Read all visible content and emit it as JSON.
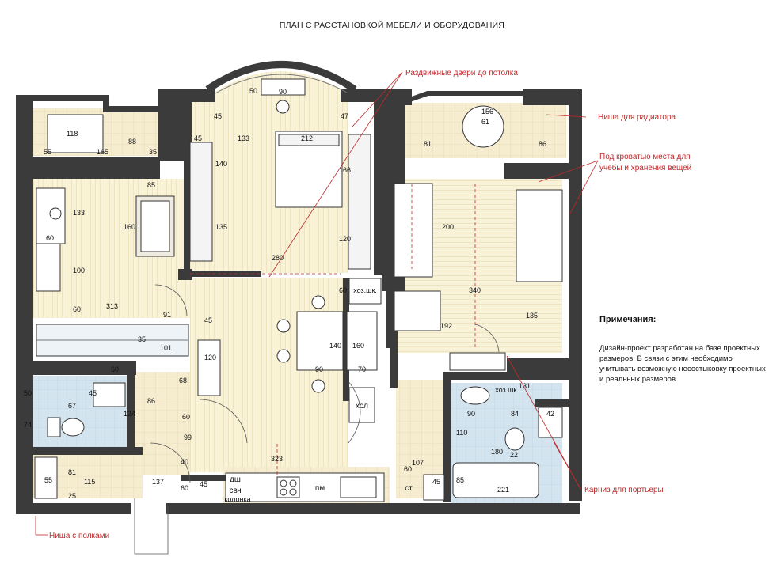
{
  "title": "ПЛАН С РАССТАНОВКОЙ МЕБЕЛИ И ОБОРУДОВАНИЯ",
  "callouts": {
    "sliding_doors": "Раздвижные двери до потолка",
    "radiator_niche": "Ниша для радиатора",
    "under_bed_1": "Под кроватью места для",
    "under_bed_2": "учебы и хранения вещей",
    "curtain_rail": "Карниз для портьеры",
    "shelf_niche": "Ниша с полками"
  },
  "notes": {
    "heading": "Примечания:",
    "text": "Дизайн-проект разработан на базе проектных размеров. В связи с этим необходимо учитывать возможную несостыковку проектных и реальных размеров."
  },
  "room_labels": {
    "fridge": "хол",
    "kitchen_cabinet": "дш",
    "microwave": "свч",
    "column": "колонка",
    "dishwasher": "пм",
    "washer": "ст",
    "closet": "хоз.шк.",
    "bath_closet": "хоз.шк."
  },
  "dimensions": {
    "loggia": [
      "118",
      "88",
      "55",
      "165",
      "35"
    ],
    "living": [
      "85",
      "133",
      "160",
      "60",
      "100",
      "60",
      "313",
      "91",
      "45",
      "35",
      "101"
    ],
    "bay": [
      "50",
      "90",
      "45",
      "47",
      "45",
      "133",
      "212",
      "140",
      "166",
      "135",
      "120",
      "280"
    ],
    "kitchen": [
      "60",
      "120",
      "140",
      "160",
      "90",
      "70",
      "323",
      "99",
      "40",
      "60",
      "137",
      "45"
    ],
    "kids": [
      "156",
      "61",
      "81",
      "86",
      "200",
      "340",
      "192",
      "135"
    ],
    "bath_left": [
      "60",
      "45",
      "67",
      "124",
      "68",
      "86",
      "60",
      "50",
      "74",
      "81",
      "115",
      "25",
      "55"
    ],
    "bath_right": [
      "131",
      "90",
      "84",
      "42",
      "110",
      "180",
      "22",
      "85",
      "221",
      "60",
      "107",
      "45"
    ]
  },
  "colors": {
    "wall": "#3a3a3a",
    "floor_wood": "#f7f1d6",
    "floor_tile": "#c9ddeb",
    "callout": "#c0292b"
  }
}
